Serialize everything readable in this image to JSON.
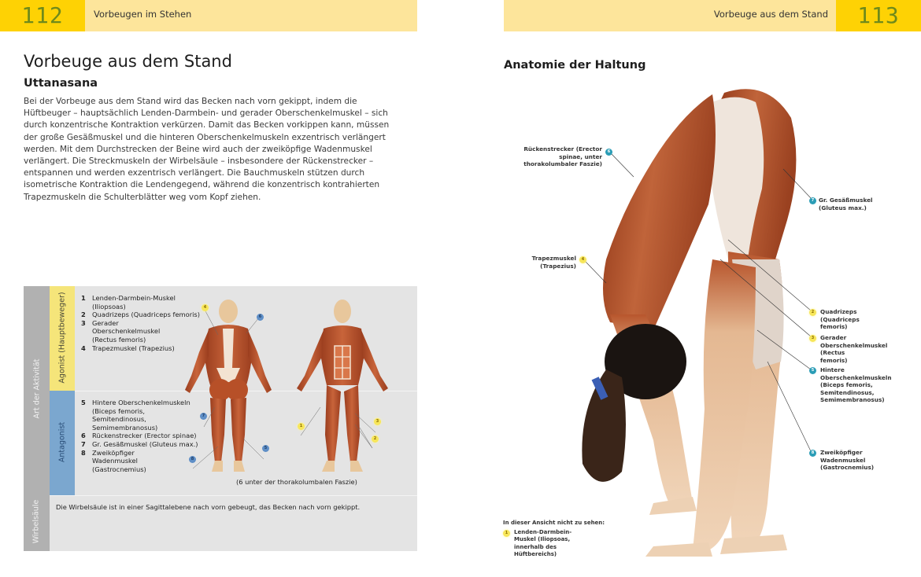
{
  "left_page": {
    "header": {
      "page_number": "112",
      "section": "Vorbeugen im Stehen"
    },
    "title": "Vorbeuge aus dem Stand",
    "subtitle": "Uttanasana",
    "body": "Bei der Vorbeuge aus dem Stand wird das Becken nach vorn gekippt, indem die Hüftbeuger – hauptsächlich Lenden-Darmbein- und gerader Oberschenkelmuskel – sich durch konzentrische Kontraktion verkürzen. Damit das Becken vorkippen kann, müssen der große Gesäßmuskel und die hinteren Oberschenkelmuskeln exzentrisch verlängert werden. Mit dem Durchstrecken der Beine wird auch der zweiköpfige Wadenmuskel verlängert. Die Streckmuskeln der Wirbelsäule – insbesondere der Rückenstrecker – entspannen und werden exzentrisch verlängert. Die Bauchmuskeln stützen durch isometrische Kontraktion die Lendengegend, während die konzentrisch kontrahierten Trapezmuskeln die Schulterblätter weg vom Kopf ziehen.",
    "table": {
      "activity_label": "Art der Aktivität",
      "spine_label": "Wirbelsäule",
      "agonist_label": "Agonist (Hauptbeweger)",
      "antagonist_label": "Antagonist",
      "agonists": [
        {
          "num": "1",
          "text": "Lenden-Darmbein-Muskel (Iliopsoas)"
        },
        {
          "num": "2",
          "text": "Quadrizeps (Quadriceps femoris)"
        },
        {
          "num": "3",
          "text": "Gerader Oberschenkelmuskel (Rectus femoris)"
        },
        {
          "num": "4",
          "text": "Trapezmuskel (Trapezius)"
        }
      ],
      "antagonists": [
        {
          "num": "5",
          "text": "Hintere Oberschenkelmuskeln (Biceps femoris, Semitendinosus, Semimembranosus)"
        },
        {
          "num": "6",
          "text": "Rückenstrecker (Erector spinae)"
        },
        {
          "num": "7",
          "text": "Gr. Gesäßmuskel (Gluteus max.)"
        },
        {
          "num": "8",
          "text": "Zweiköpfiger Wadenmuskel (Gastrocnemius)"
        }
      ],
      "spine_note": "Die Wirbelsäule ist in einer Sagittalebene nach vorn gebeugt, das Becken nach vorn gekippt.",
      "figure_note": "(6 unter der thorakolumbalen Faszie)",
      "figure_badges": {
        "back": [
          "4",
          "6",
          "7",
          "8",
          "5"
        ],
        "front": [
          "1",
          "3",
          "2"
        ]
      }
    }
  },
  "right_page": {
    "header": {
      "page_number": "113",
      "section": "Vorbeuge aus dem Stand"
    },
    "title": "Anatomie der Haltung",
    "callouts": [
      {
        "num": "6",
        "text": "Rückenstrecker (Erector spinae, unter thorakolumbaler Faszie)"
      },
      {
        "num": "4",
        "text": "Trapezmuskel (Trapezius)"
      },
      {
        "num": "7",
        "text": "Gr. Gesäßmuskel (Gluteus max.)"
      },
      {
        "num": "2",
        "text": "Quadrizeps (Quadriceps femoris)"
      },
      {
        "num": "3",
        "text": "Gerader Oberschenkelmuskel (Rectus femoris)"
      },
      {
        "num": "5",
        "text": "Hintere Oberschenkelmuskeln (Biceps femoris, Semitendinosus, Semimembranosus)"
      },
      {
        "num": "8",
        "text": "Zweiköpfiger Wadenmuskel (Gastrocnemius)"
      }
    ],
    "unseen": {
      "heading": "In dieser Ansicht nicht zu sehen:",
      "num": "1",
      "text": "Lenden-Darmbein-Muskel (Iliopsoas, innerhalb des Hüftbereichs)"
    }
  },
  "colors": {
    "header_bg": "#fde59b",
    "page_number_bg": "#fed204",
    "page_number_text": "#6f8a1b",
    "agonist": "#f5e57a",
    "antagonist": "#7ba7cf",
    "label_gray": "#b1b1b1",
    "table_bg": "#e4e4e4",
    "badge_teal": "#2b9db6",
    "muscle": "#b8562d"
  }
}
